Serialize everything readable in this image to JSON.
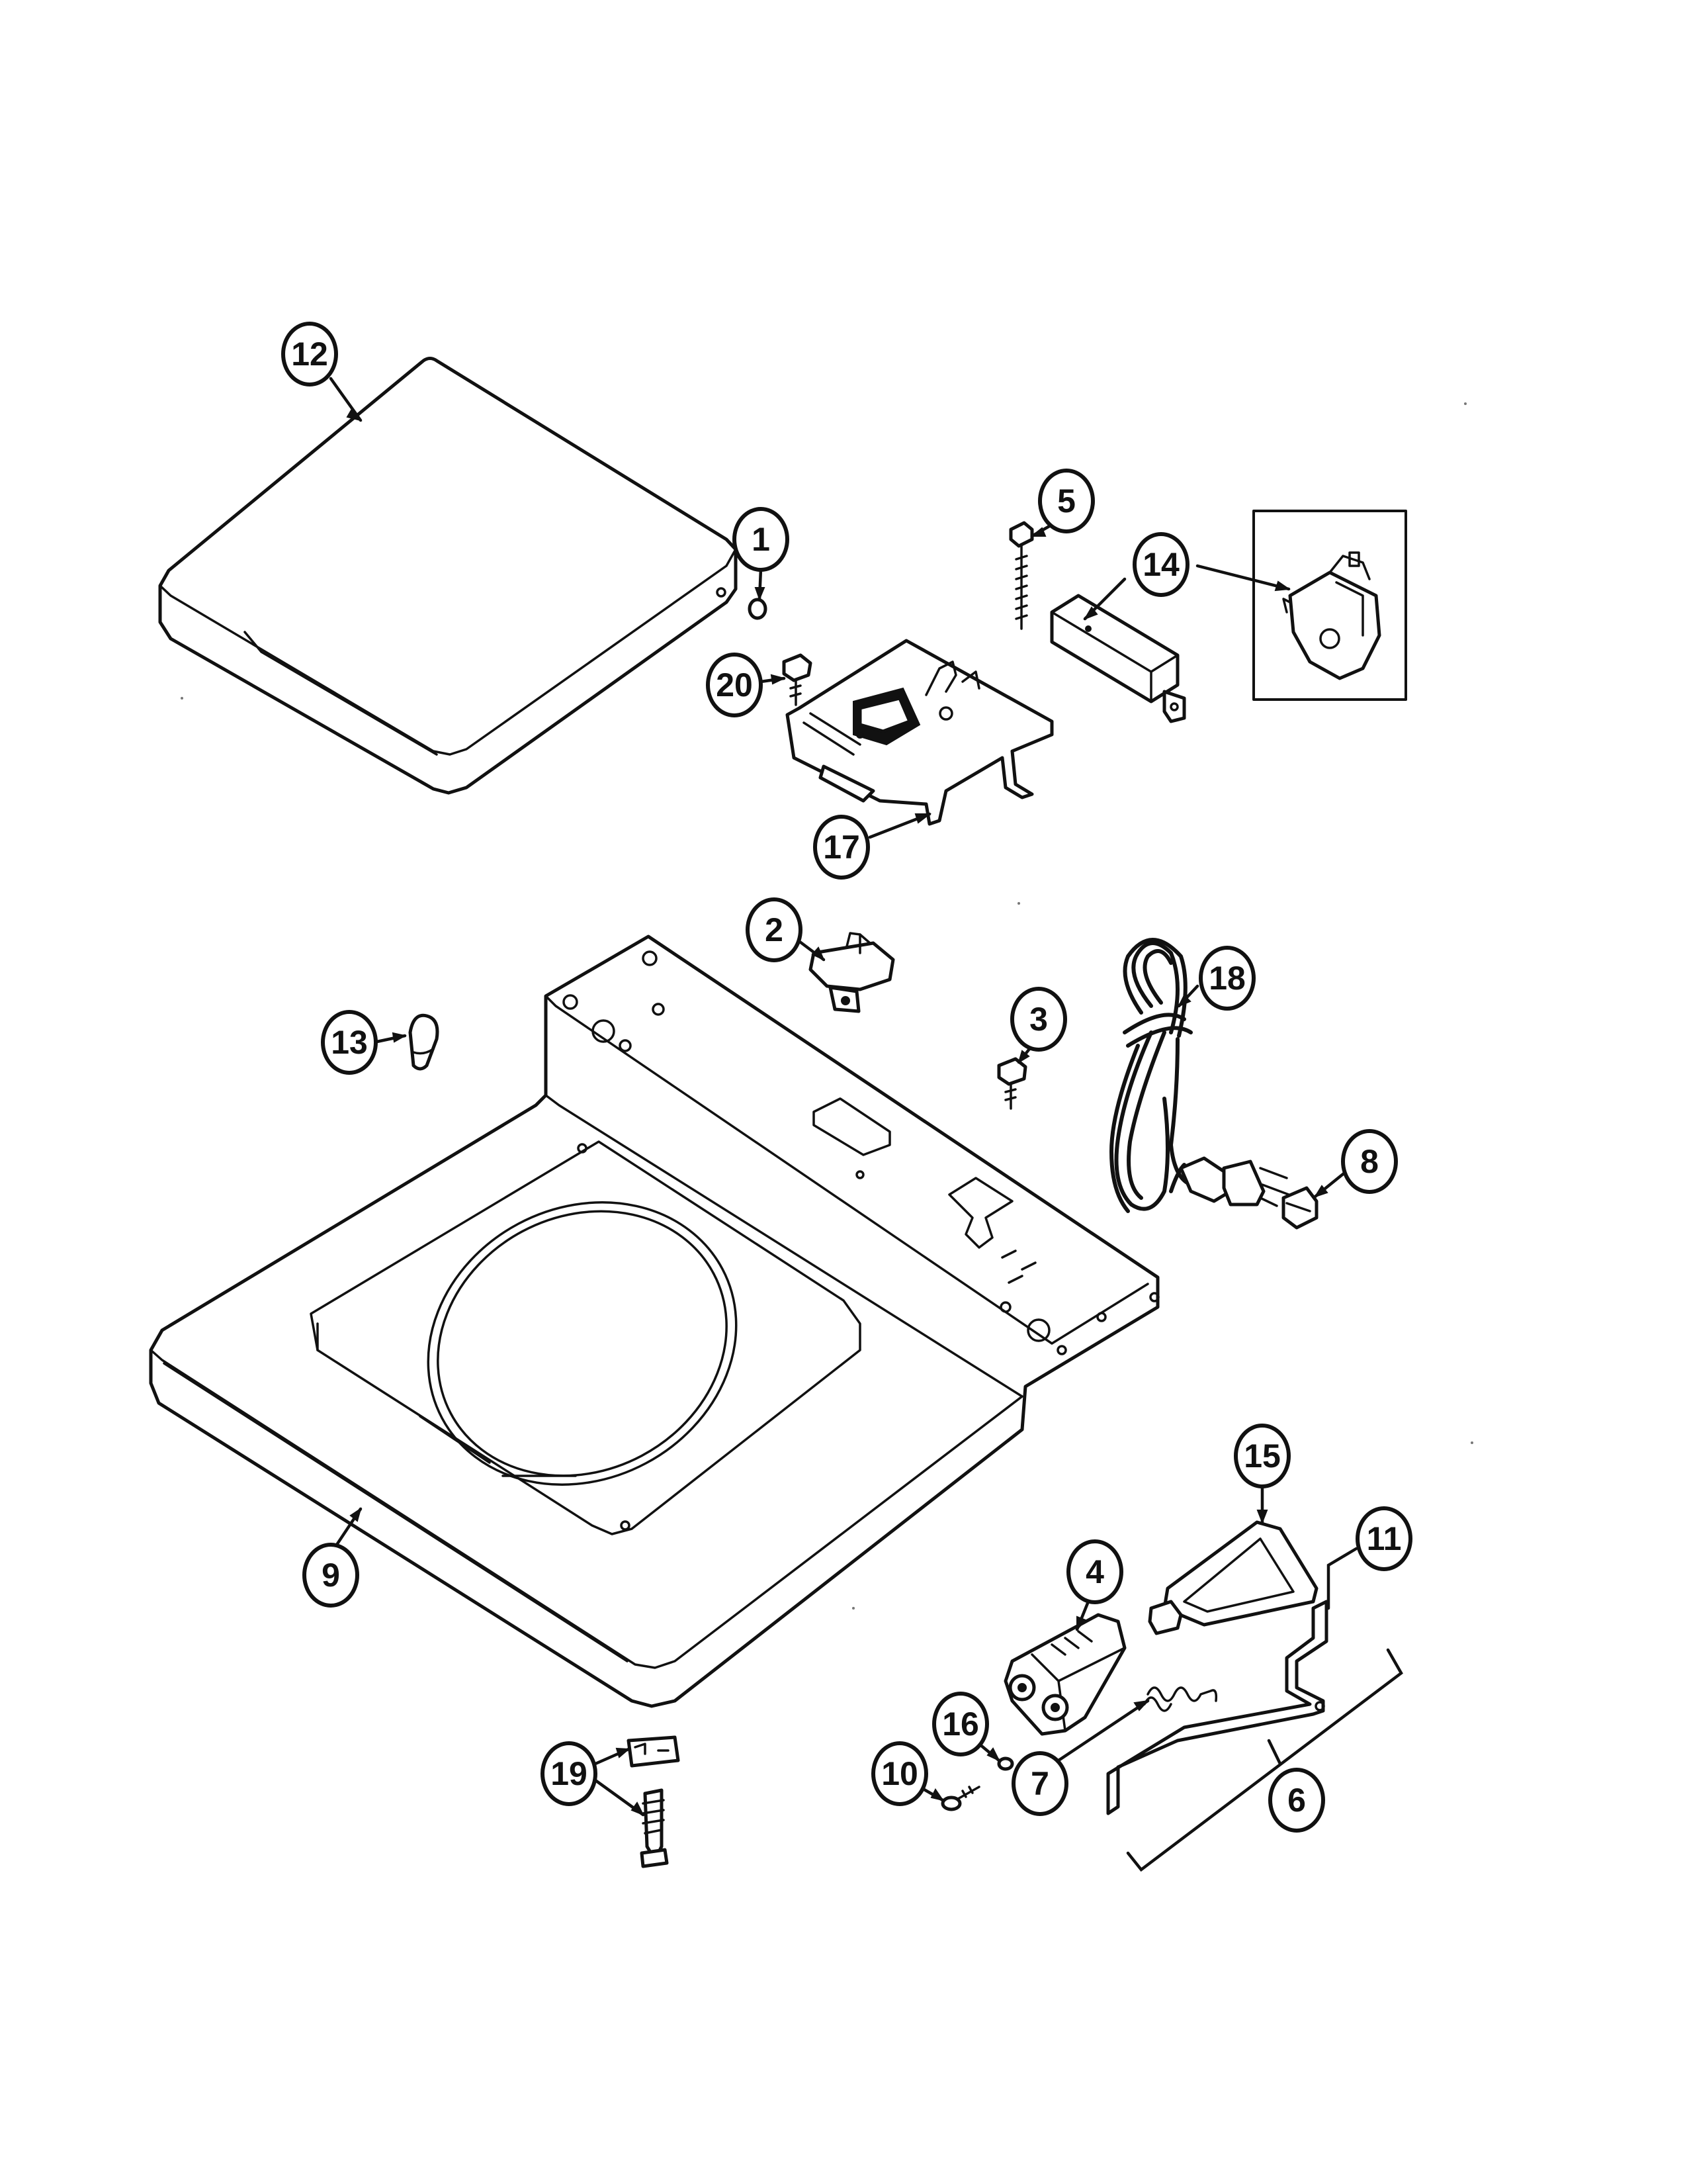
{
  "callouts": [
    {
      "number": "1",
      "part": "lid-bumper"
    },
    {
      "number": "2",
      "part": "lid-switch"
    },
    {
      "number": "3",
      "part": "screw"
    },
    {
      "number": "4",
      "part": "lock-housing"
    },
    {
      "number": "5",
      "part": "screw"
    },
    {
      "number": "6",
      "part": "lock-bar-assembly"
    },
    {
      "number": "7",
      "part": "spring"
    },
    {
      "number": "8",
      "part": "strain-relief"
    },
    {
      "number": "9",
      "part": "top-panel"
    },
    {
      "number": "10",
      "part": "screw"
    },
    {
      "number": "11",
      "part": "lock-bar"
    },
    {
      "number": "12",
      "part": "lid"
    },
    {
      "number": "13",
      "part": "plug-button"
    },
    {
      "number": "14",
      "part": "junction-box"
    },
    {
      "number": "15",
      "part": "actuator"
    },
    {
      "number": "16",
      "part": "washer"
    },
    {
      "number": "17",
      "part": "switch-bracket"
    },
    {
      "number": "18",
      "part": "power-cord"
    },
    {
      "number": "19",
      "part": "clip-and-screw"
    },
    {
      "number": "20",
      "part": "screw"
    }
  ],
  "colors": {
    "line": "#111111",
    "background": "#ffffff"
  }
}
